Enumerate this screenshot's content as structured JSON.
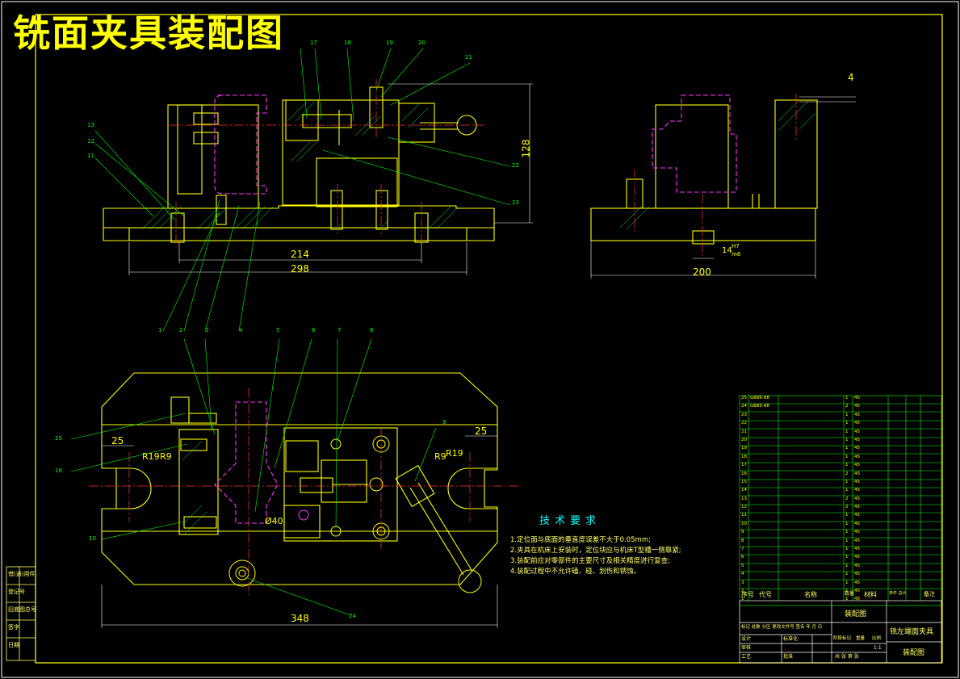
{
  "title": "铣面夹具装配图",
  "technical_requirements": {
    "heading": "技术要求",
    "items": [
      "1.定位面与底面的垂直度误差不大于0.05mm;",
      "2.夹具在机床上安装时，定位块应与机床T型槽一侧靠紧;",
      "3.装配前应对零部件的主要尺寸及相关精度进行复查;",
      "4.装配过程中不允许磕、碰、划伤和锈蚀。"
    ]
  },
  "dimensions": {
    "d214": "214",
    "d298": "298",
    "d128": "128",
    "d200": "200",
    "d4": "4",
    "d14": "14",
    "fit_top": "H7",
    "fit_bottom": "m6",
    "d348": "348",
    "d25_left": "25",
    "d25_right": "25",
    "r19_left": "R19",
    "r9_left": "R9",
    "r19_right": "R19",
    "r9_right": "R9",
    "dia40": "Ø40"
  },
  "callouts": {
    "c1": "1",
    "c2": "2",
    "c3": "3",
    "c4": "4",
    "c5": "5",
    "c6": "6",
    "c7": "7",
    "c8": "8",
    "c9": "9",
    "c10": "10",
    "c11": "11",
    "c12": "12",
    "c13": "13",
    "c16": "16",
    "c17": "17",
    "c18": "18",
    "c19": "19",
    "c20": "20",
    "c21": "21",
    "c22": "22",
    "c23": "23",
    "c24": "24",
    "c25": "25"
  },
  "bom_rows": [
    [
      "25",
      "GB86-88",
      "",
      "1",
      "45",
      ""
    ],
    [
      "24",
      "GB85-88",
      "",
      "2",
      "45",
      ""
    ],
    [
      "23",
      "",
      "",
      "1",
      "45",
      ""
    ],
    [
      "22",
      "",
      "",
      "1",
      "45",
      ""
    ],
    [
      "21",
      "",
      "",
      "1",
      "45",
      ""
    ],
    [
      "20",
      "",
      "",
      "1",
      "45",
      ""
    ],
    [
      "19",
      "",
      "",
      "1",
      "45",
      ""
    ],
    [
      "18",
      "",
      "",
      "1",
      "45",
      ""
    ],
    [
      "17",
      "",
      "",
      "1",
      "45",
      ""
    ],
    [
      "16",
      "",
      "",
      "2",
      "45",
      ""
    ],
    [
      "15",
      "",
      "",
      "1",
      "45",
      ""
    ],
    [
      "14",
      "",
      "",
      "1",
      "45",
      ""
    ],
    [
      "13",
      "",
      "",
      "2",
      "45",
      ""
    ],
    [
      "12",
      "",
      "",
      "2",
      "45",
      ""
    ],
    [
      "11",
      "",
      "",
      "1",
      "45",
      ""
    ],
    [
      "10",
      "",
      "",
      "1",
      "45",
      ""
    ],
    [
      "9",
      "",
      "",
      "1",
      "45",
      ""
    ],
    [
      "8",
      "",
      "",
      "1",
      "45",
      ""
    ],
    [
      "7",
      "",
      "",
      "1",
      "45",
      ""
    ],
    [
      "6",
      "",
      "",
      "1",
      "45",
      ""
    ],
    [
      "5",
      "",
      "",
      "1",
      "45",
      ""
    ],
    [
      "4",
      "",
      "",
      "1",
      "45",
      ""
    ],
    [
      "3",
      "",
      "",
      "1",
      "45",
      ""
    ],
    [
      "2",
      "",
      "",
      "1",
      "45",
      ""
    ],
    [
      "1",
      "",
      "",
      "1",
      "45",
      ""
    ]
  ],
  "title_block": {
    "header_seq": "序号",
    "header_code": "代号",
    "header_name": "名称",
    "header_qty": "数量",
    "header_material": "材料",
    "header_weight": "单件 总计",
    "header_notes": "备注",
    "drawing_type_top": "装配图",
    "part_name": "铣左端面夹具",
    "drawing_type_bottom": "装配图",
    "scale": "1:1",
    "mark_row": "标记 处数 分区 更改文件号 签名 年 月 日",
    "design": "设计",
    "standardize": "标准化",
    "review": "审核",
    "process": "工艺",
    "approve": "批准",
    "stage": "阶段标记",
    "weight": "重量",
    "ratio": "比例",
    "sheets": "共 张 第 张"
  },
  "side_labels": [
    "借(通)用件",
    "登记号",
    "旧底图总号",
    "签字",
    "日期"
  ]
}
